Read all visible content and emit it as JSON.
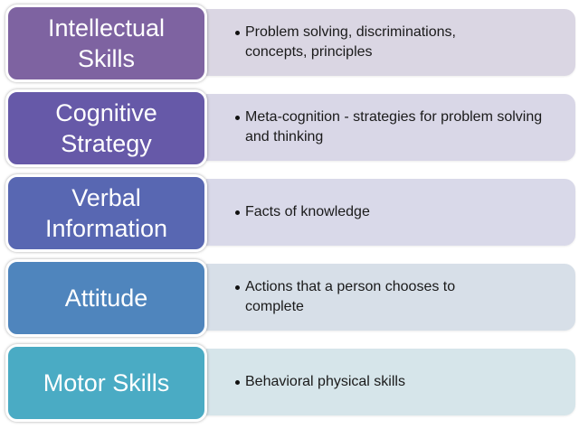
{
  "diagram": {
    "rows": [
      {
        "label": "Intellectual Skills",
        "label_lines": [
          "Intellectual",
          "Skills"
        ],
        "description": "Problem solving, discriminations, concepts, principles",
        "box_color": "#7e63a1",
        "panel_color": "#dad6e3"
      },
      {
        "label": "Cognitive Strategy",
        "label_lines": [
          "Cognitive",
          "Strategy"
        ],
        "description": "Meta-cognition - strategies for problem solving and thinking",
        "box_color": "#6659a8",
        "panel_color": "#d9d7e7"
      },
      {
        "label": "Verbal Information",
        "label_lines": [
          "Verbal",
          "Information"
        ],
        "description": "Facts of knowledge",
        "box_color": "#5867b2",
        "panel_color": "#d9d9e9"
      },
      {
        "label": "Attitude",
        "label_lines": [
          "Attitude"
        ],
        "description": "Actions that a person chooses to complete",
        "box_color": "#4f85bd",
        "panel_color": "#d7dfe8"
      },
      {
        "label": "Motor Skills",
        "label_lines": [
          "Motor Skills"
        ],
        "description": "Behavioral physical skills",
        "box_color": "#4aabc4",
        "panel_color": "#d6e5ea"
      }
    ]
  }
}
